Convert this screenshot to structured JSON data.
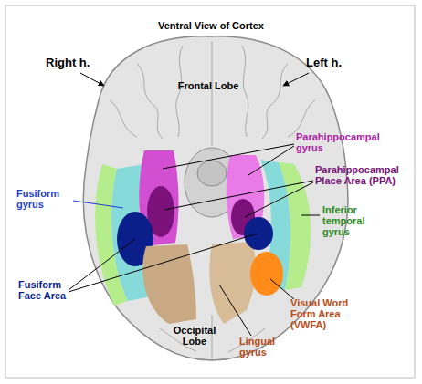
{
  "diagram": {
    "title": "Ventral View of Cortex",
    "labels": [
      "Right h.",
      "Left h.",
      "Frontal Lobe",
      "Parahippocampal gyrus",
      "Parahippocampal Place Area (PPA)",
      "Fusiform gyrus",
      "Inferior temporal gyrus",
      "Fusiform Face Area",
      "Occipital Lobe",
      "Lingual gyrus",
      "Visual Word Form Area (VWFA)"
    ]
  }
}
